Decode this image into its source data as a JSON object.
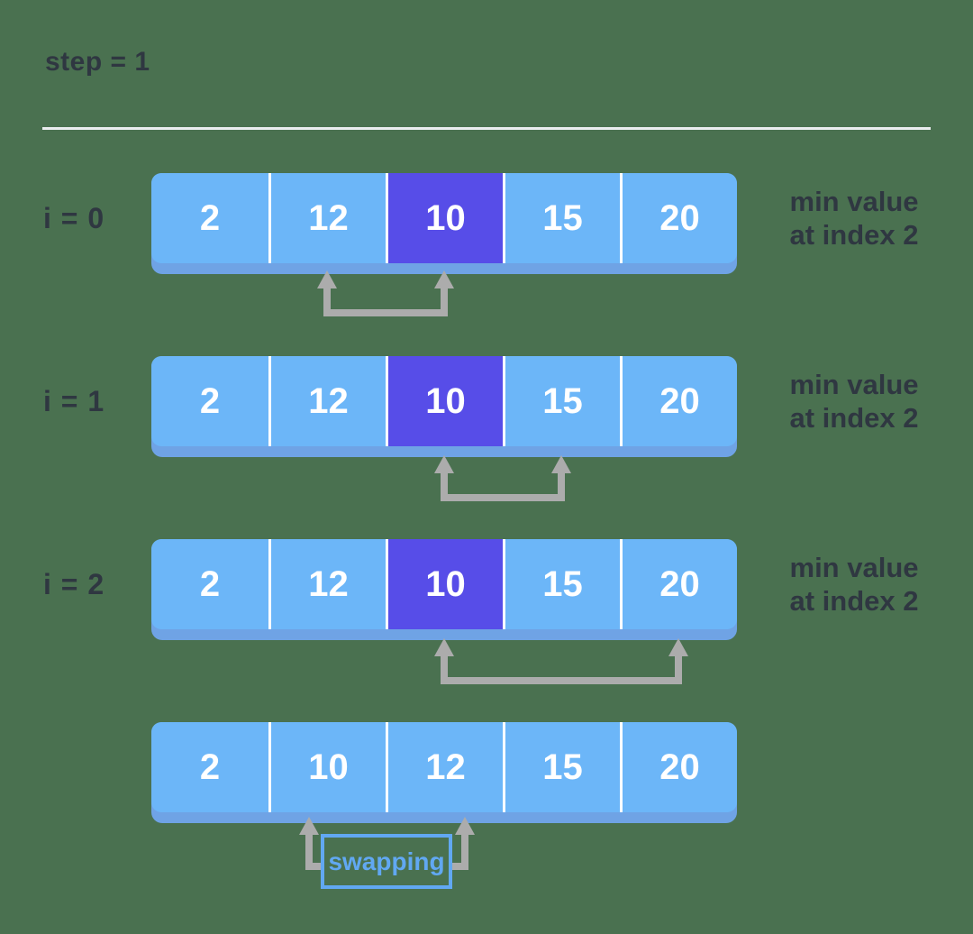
{
  "title": "step = 1",
  "iterations": [
    {
      "label": "i = 0",
      "values": [
        "2",
        "12",
        "10",
        "15",
        "20"
      ],
      "highlight_index": 2,
      "note": [
        "min value",
        "at index 2"
      ],
      "compare": {
        "from_index": 1,
        "to_index": 2
      }
    },
    {
      "label": "i = 1",
      "values": [
        "2",
        "12",
        "10",
        "15",
        "20"
      ],
      "highlight_index": 2,
      "note": [
        "min value",
        "at index 2"
      ],
      "compare": {
        "from_index": 2,
        "to_index": 3
      }
    },
    {
      "label": "i = 2",
      "values": [
        "2",
        "12",
        "10",
        "15",
        "20"
      ],
      "highlight_index": 2,
      "note": [
        "min value",
        "at index 2"
      ],
      "compare": {
        "from_index": 2,
        "to_index": 4
      }
    }
  ],
  "result": {
    "values": [
      "2",
      "10",
      "12",
      "15",
      "20"
    ],
    "swap_label": "swapping",
    "swap_between": [
      1,
      2
    ]
  },
  "colors": {
    "background": "#4A7150",
    "cell_blue": "#6CB6F8",
    "cell_highlight": "#574DE8",
    "cell_shadow": "#6FA3E5",
    "cell_divider": "#FFFFFF",
    "cell_text": "#FFFFFF",
    "arrow_gray": "#ACACAC",
    "heading_text": "#2F3741",
    "rule_line": "#EAEDEF",
    "swap_accent": "#61A8F2"
  }
}
